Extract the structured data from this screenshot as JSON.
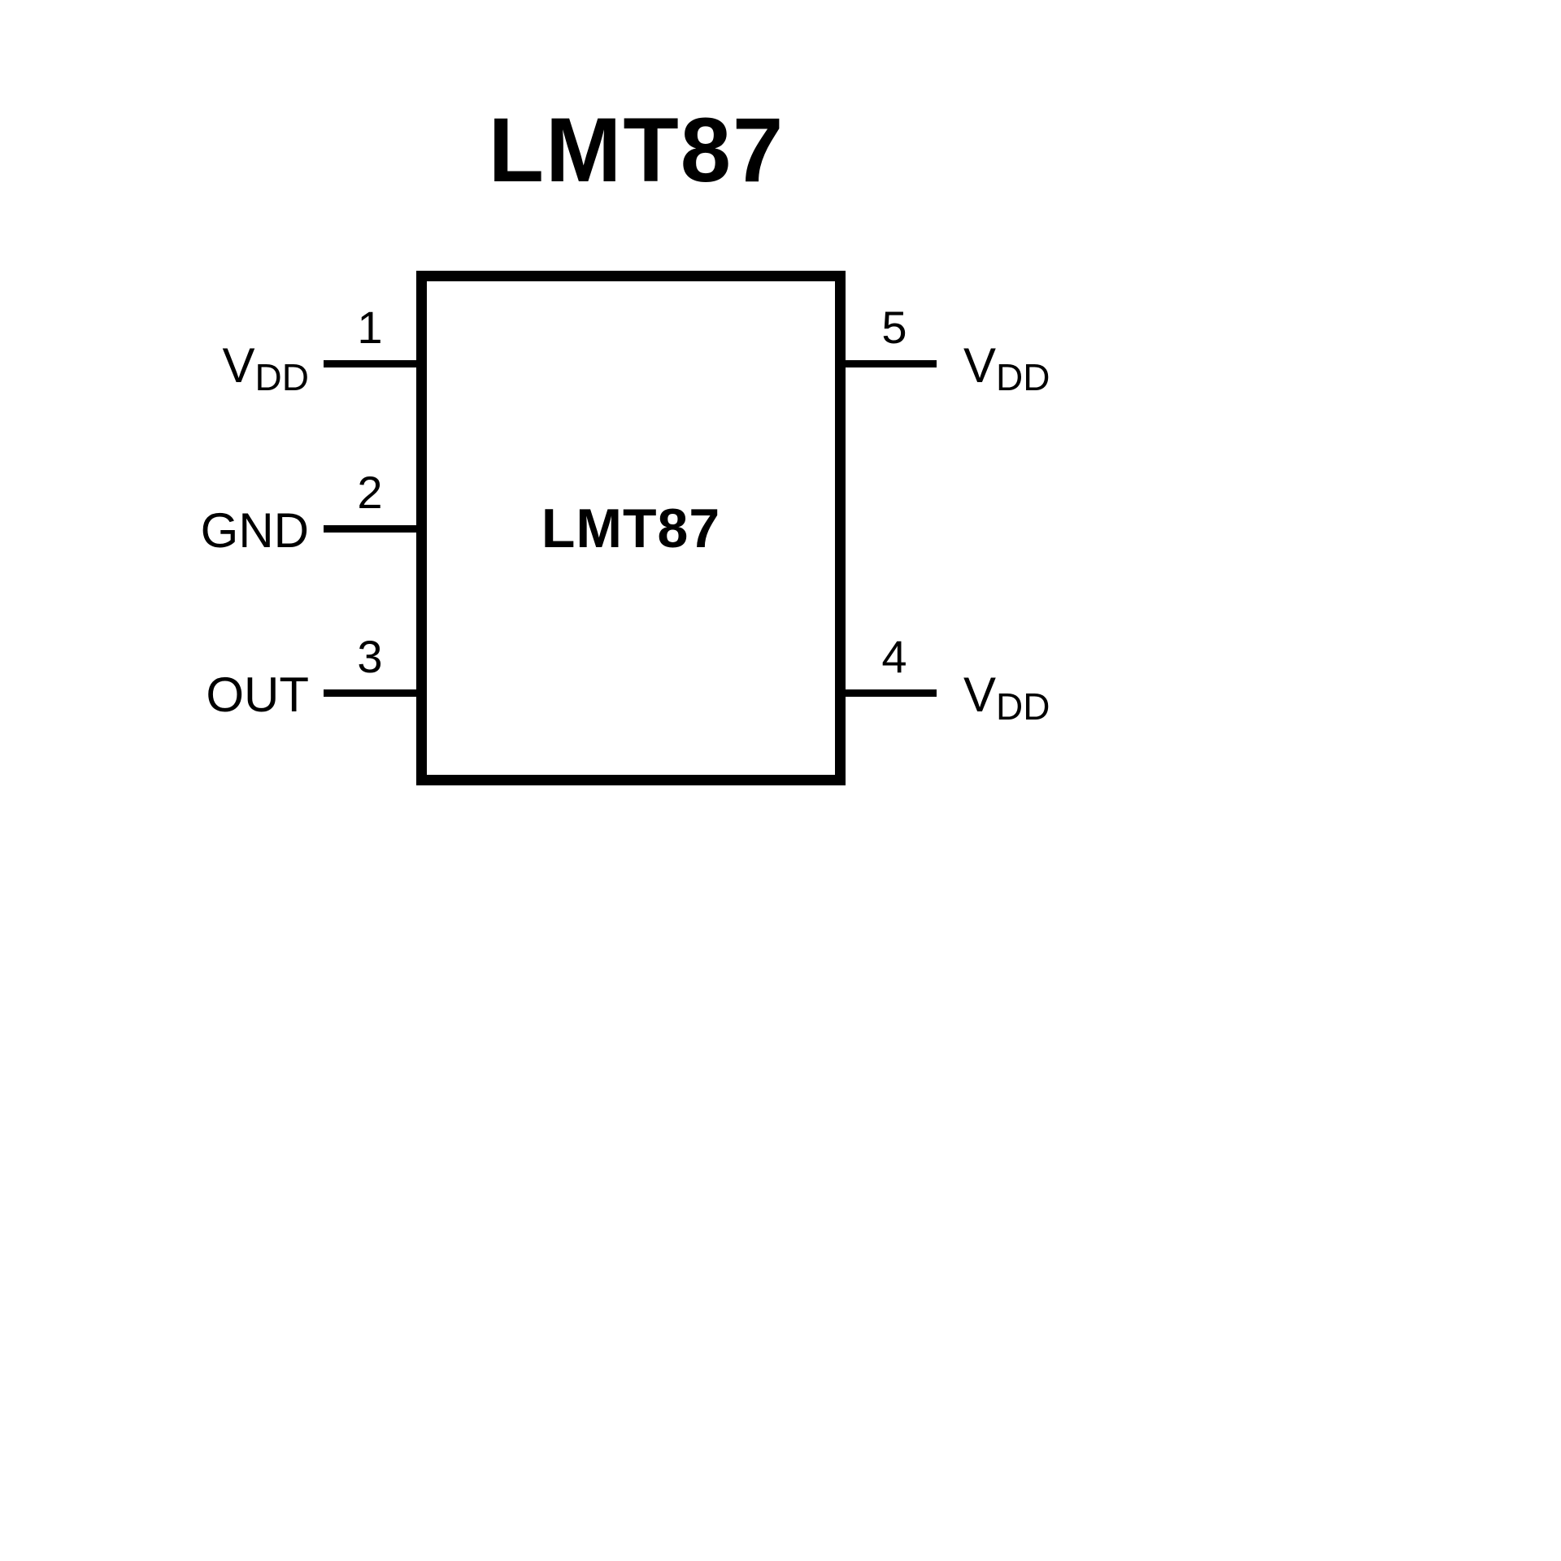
{
  "page": {
    "title": "LMT87"
  },
  "chip": {
    "label": "LMT87"
  },
  "pins": {
    "left": [
      {
        "number": "1",
        "label_main": "V",
        "label_sub": "DD"
      },
      {
        "number": "2",
        "label_main": "GND",
        "label_sub": ""
      },
      {
        "number": "3",
        "label_main": "OUT",
        "label_sub": ""
      }
    ],
    "right": [
      {
        "number": "5",
        "label_main": "V",
        "label_sub": "DD"
      },
      {
        "number": "4",
        "label_main": "V",
        "label_sub": "DD"
      }
    ]
  },
  "colors": {
    "stroke": "#000000",
    "background": "#ffffff"
  }
}
